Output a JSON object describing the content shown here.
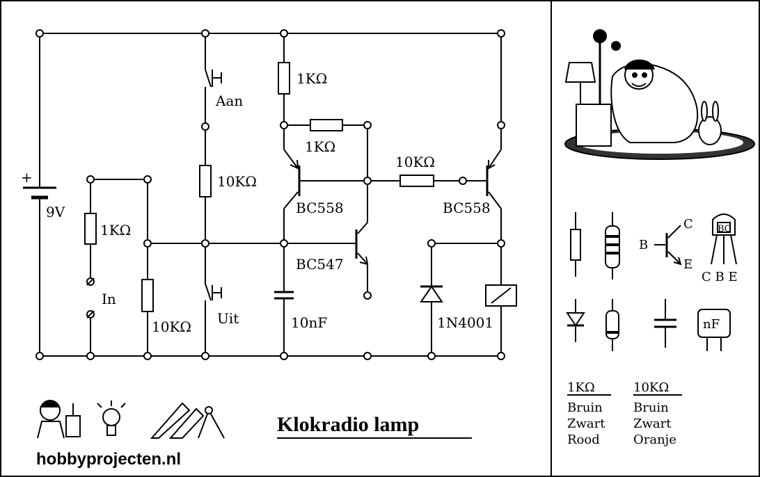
{
  "circuit": {
    "battery": {
      "plus": "+",
      "voltage": "9V"
    },
    "switches": {
      "on": "Aan",
      "off": "Uit"
    },
    "input": "In",
    "resistors": {
      "r_left": "1KΩ",
      "r_bottom_left": "10KΩ",
      "r_mid": "10KΩ",
      "r_top": "1KΩ",
      "r_horizontal": "1KΩ",
      "r_right": "10KΩ"
    },
    "transistors": {
      "t1": "BC558",
      "t2": "BC547",
      "t3": "BC558"
    },
    "capacitor": "10nF",
    "diode": "1N4001"
  },
  "legend": {
    "transistor_pins": {
      "c": "C",
      "b": "B",
      "e": "E",
      "package": "BC",
      "pinout": "C B E"
    },
    "capacitor_package": "nF",
    "color_codes": [
      {
        "value": "1KΩ",
        "bands": [
          "Bruin",
          "Zwart",
          "Rood"
        ]
      },
      {
        "value": "10KΩ",
        "bands": [
          "Bruin",
          "Zwart",
          "Oranje"
        ]
      }
    ]
  },
  "footer": {
    "title": "Klokradio lamp",
    "site": "hobbyprojecten.nl"
  }
}
